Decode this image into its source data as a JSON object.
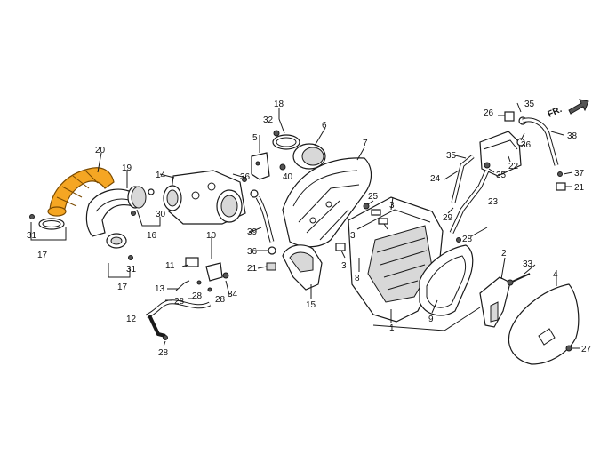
{
  "highlight_color": "#f5a623",
  "front_marker": "FR.",
  "callouts": [
    {
      "key": "c1",
      "text": "1"
    },
    {
      "key": "c2",
      "text": "2"
    },
    {
      "key": "c3a",
      "text": "3"
    },
    {
      "key": "c3b",
      "text": "3"
    },
    {
      "key": "c3c",
      "text": "3"
    },
    {
      "key": "c4",
      "text": "4"
    },
    {
      "key": "c5",
      "text": "5"
    },
    {
      "key": "c6",
      "text": "6"
    },
    {
      "key": "c7",
      "text": "7"
    },
    {
      "key": "c8",
      "text": "8"
    },
    {
      "key": "c9",
      "text": "9"
    },
    {
      "key": "c10",
      "text": "10"
    },
    {
      "key": "c11",
      "text": "11"
    },
    {
      "key": "c12",
      "text": "12"
    },
    {
      "key": "c13",
      "text": "13"
    },
    {
      "key": "c14",
      "text": "14"
    },
    {
      "key": "c15",
      "text": "15"
    },
    {
      "key": "c16",
      "text": "16"
    },
    {
      "key": "c17a",
      "text": "17"
    },
    {
      "key": "c17b",
      "text": "17"
    },
    {
      "key": "c18",
      "text": "18"
    },
    {
      "key": "c19",
      "text": "19"
    },
    {
      "key": "c20",
      "text": "20"
    },
    {
      "key": "c21a",
      "text": "21"
    },
    {
      "key": "c21b",
      "text": "21"
    },
    {
      "key": "c22",
      "text": "22"
    },
    {
      "key": "c23",
      "text": "23"
    },
    {
      "key": "c24",
      "text": "24"
    },
    {
      "key": "c25",
      "text": "25"
    },
    {
      "key": "c26",
      "text": "26"
    },
    {
      "key": "c27",
      "text": "27"
    },
    {
      "key": "c28a",
      "text": "28"
    },
    {
      "key": "c28b",
      "text": "28"
    },
    {
      "key": "c28c",
      "text": "28"
    },
    {
      "key": "c28d",
      "text": "28"
    },
    {
      "key": "c28e",
      "text": "28"
    },
    {
      "key": "c29",
      "text": "29"
    },
    {
      "key": "c30",
      "text": "30"
    },
    {
      "key": "c31a",
      "text": "31"
    },
    {
      "key": "c31b",
      "text": "31"
    },
    {
      "key": "c32",
      "text": "32"
    },
    {
      "key": "c33",
      "text": "33"
    },
    {
      "key": "c34",
      "text": "34"
    },
    {
      "key": "c35a",
      "text": "35"
    },
    {
      "key": "c35b",
      "text": "35"
    },
    {
      "key": "c35c",
      "text": "35"
    },
    {
      "key": "c36a",
      "text": "36"
    },
    {
      "key": "c36b",
      "text": "36"
    },
    {
      "key": "c36c",
      "text": "36"
    },
    {
      "key": "c37",
      "text": "37"
    },
    {
      "key": "c38",
      "text": "38"
    },
    {
      "key": "c39",
      "text": "39"
    },
    {
      "key": "c40",
      "text": "40"
    }
  ]
}
